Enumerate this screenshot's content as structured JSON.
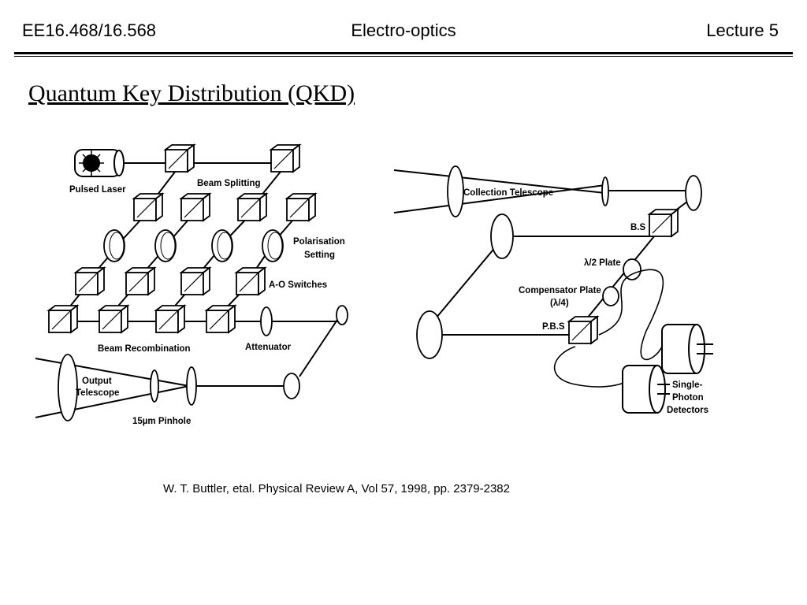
{
  "header": {
    "left": "EE16.468/16.568",
    "center": "Electro-optics",
    "right": "Lecture 5"
  },
  "title": "Quantum Key Distribution (QKD)",
  "citation": "W. T. Buttler, etal. Physical Review A, Vol 57, 1998, pp. 2379-2382",
  "diagram_labels": {
    "pulsed_laser": "Pulsed Laser",
    "beam_splitting": "Beam Splitting",
    "polarisation_1": "Polarisation",
    "polarisation_2": "Setting",
    "ao_switches": "A-O Switches",
    "beam_recombination": "Beam Recombination",
    "attenuator": "Attenuator",
    "output_1": "Output",
    "output_2": "Telescope",
    "pinhole": "15µm Pinhole",
    "collection_telescope": "Collection Telescope",
    "bs": "B.S",
    "half_wave": "λ/2 Plate",
    "compensator_1": "Compensator Plate",
    "compensator_2": "(λ/4)",
    "pbs": "P.B.S",
    "detectors_1": "Single-",
    "detectors_2": "Photon",
    "detectors_3": "Detectors"
  }
}
